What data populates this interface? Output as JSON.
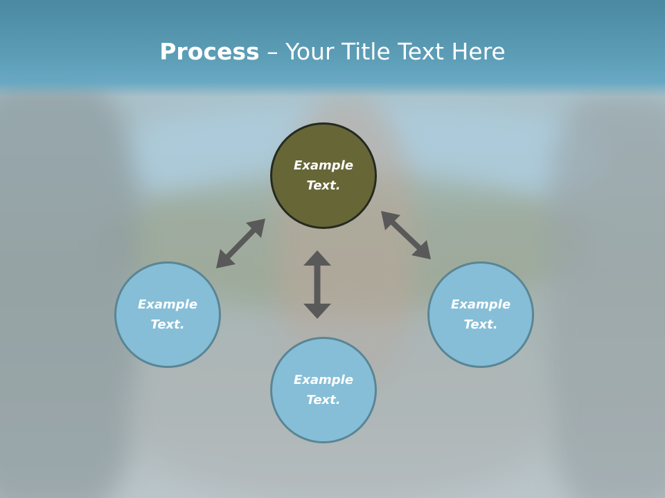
{
  "slide": {
    "title_strong": "Process",
    "title_rest": " – Your Title Text Here"
  },
  "nodes": {
    "top": {
      "line1": "Example",
      "line2": "Text."
    },
    "left": {
      "line1": "Example",
      "line2": "Text."
    },
    "right": {
      "line1": "Example",
      "line2": "Text."
    },
    "bottom": {
      "line1": "Example",
      "line2": "Text."
    }
  },
  "colors": {
    "title_bar": "#5d9eb7",
    "center_node": "#676637",
    "outer_node": "#86bed7",
    "arrow": "#595959"
  }
}
